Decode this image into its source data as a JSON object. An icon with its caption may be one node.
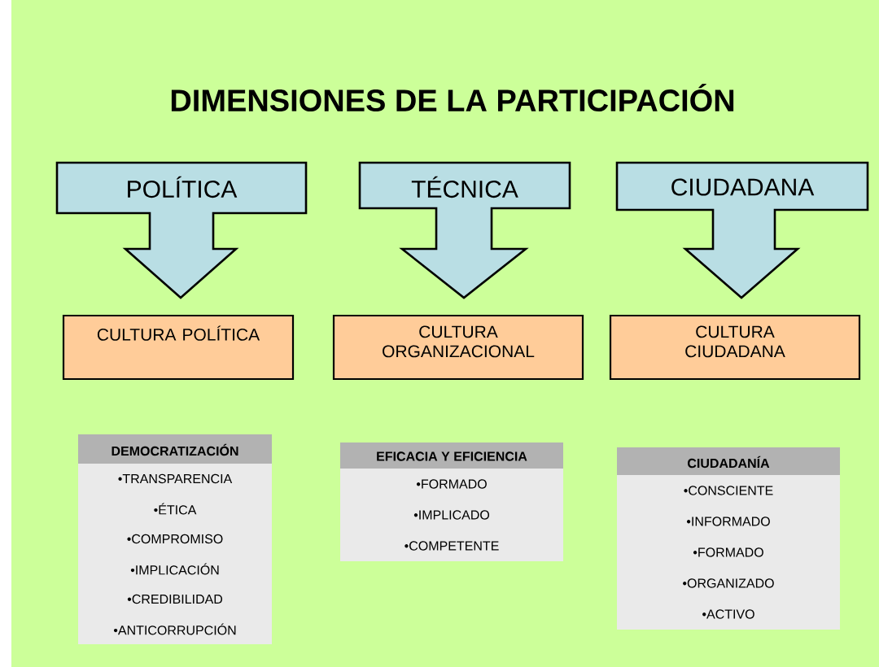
{
  "diagram": {
    "title": "DIMENSIONES DE LA PARTICIPACIÓN",
    "nodes": [
      {
        "text": [
          "POLÍTICA"
        ]
      },
      {
        "text": [
          "TÉCNICA"
        ]
      },
      {
        "text": [
          "CIUDADANA"
        ]
      },
      {
        "text": [
          "CULTURA POLÍTICA"
        ]
      },
      {
        "text": [
          "CULTURA ORGANIZACIONAL"
        ]
      },
      {
        "text": [
          "CULTURA CIUDADANA"
        ]
      },
      {
        "text": [
          "DEMOCRATIZACIÓN",
          "•TRANSPARENCIA",
          "•ÉTICA",
          "•COMPROMISO",
          "•IMPLICACIÓN",
          "•CREDIBILIDAD",
          "•ANTICORRUPCIÓN"
        ]
      },
      {
        "text": [
          "EFICACIA Y EFICIENCIA",
          "•FORMADO",
          "•IMPLICADO",
          "•COMPETENTE"
        ]
      },
      {
        "text": [
          "CIUDADANÍA",
          "•CONSCIENTE",
          "•INFORMADO",
          "•FORMADO",
          "•ORGANIZADO",
          "•ACTIVO"
        ]
      }
    ]
  }
}
